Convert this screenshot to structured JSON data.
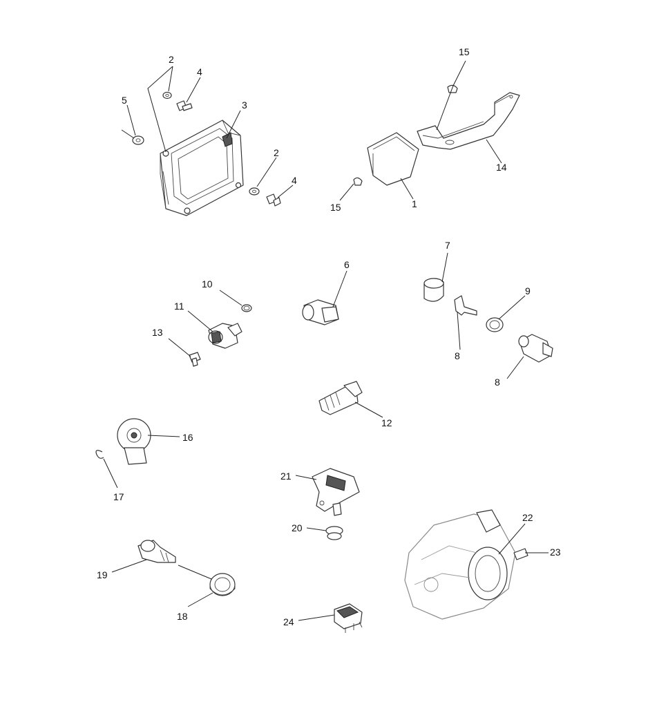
{
  "diagram": {
    "callouts": [
      {
        "id": "c2a",
        "label": "2"
      },
      {
        "id": "c4a",
        "label": "4"
      },
      {
        "id": "c5",
        "label": "5"
      },
      {
        "id": "c3",
        "label": "3"
      },
      {
        "id": "c2b",
        "label": "2"
      },
      {
        "id": "c4b",
        "label": "4"
      },
      {
        "id": "c15a",
        "label": "15"
      },
      {
        "id": "c14",
        "label": "14"
      },
      {
        "id": "c15b",
        "label": "15"
      },
      {
        "id": "c1",
        "label": "1"
      },
      {
        "id": "c10",
        "label": "10"
      },
      {
        "id": "c11",
        "label": "11"
      },
      {
        "id": "c13",
        "label": "13"
      },
      {
        "id": "c6",
        "label": "6"
      },
      {
        "id": "c7",
        "label": "7"
      },
      {
        "id": "c9",
        "label": "9"
      },
      {
        "id": "c8a",
        "label": "8"
      },
      {
        "id": "c8b",
        "label": "8"
      },
      {
        "id": "c12",
        "label": "12"
      },
      {
        "id": "c16",
        "label": "16"
      },
      {
        "id": "c17",
        "label": "17"
      },
      {
        "id": "c21",
        "label": "21"
      },
      {
        "id": "c20",
        "label": "20"
      },
      {
        "id": "c22",
        "label": "22"
      },
      {
        "id": "c23",
        "label": "23"
      },
      {
        "id": "c19",
        "label": "19"
      },
      {
        "id": "c18",
        "label": "18"
      },
      {
        "id": "c24",
        "label": "24"
      }
    ]
  }
}
